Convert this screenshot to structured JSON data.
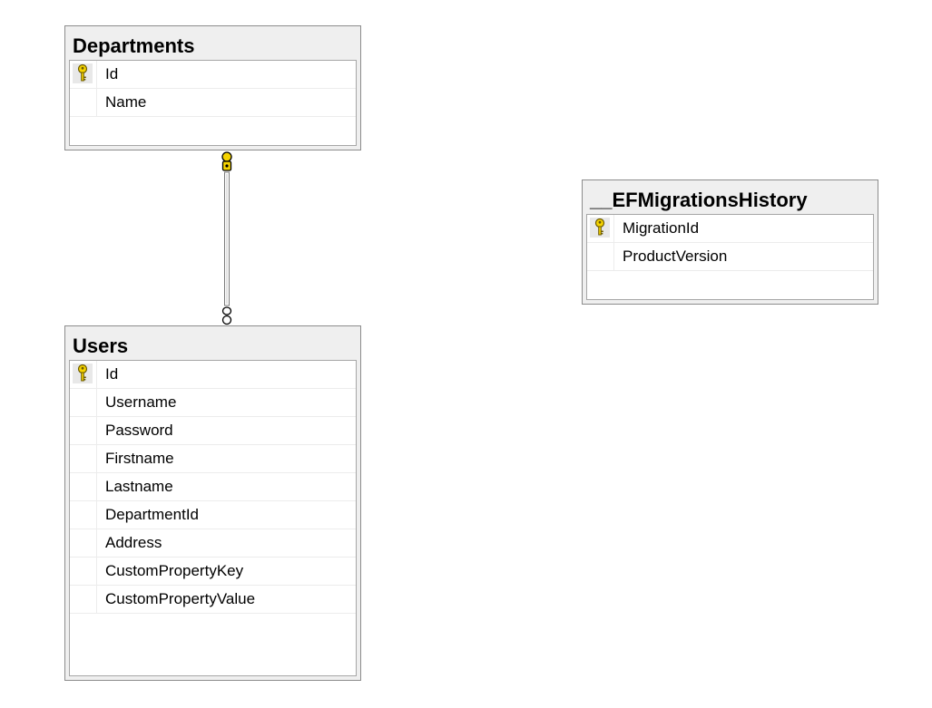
{
  "diagram": {
    "tables": [
      {
        "id": "departments",
        "title": "Departments",
        "columns": [
          {
            "name": "Id",
            "primary_key": true
          },
          {
            "name": "Name",
            "primary_key": false
          }
        ]
      },
      {
        "id": "users",
        "title": "Users",
        "columns": [
          {
            "name": "Id",
            "primary_key": true
          },
          {
            "name": "Username",
            "primary_key": false
          },
          {
            "name": "Password",
            "primary_key": false
          },
          {
            "name": "Firstname",
            "primary_key": false
          },
          {
            "name": "Lastname",
            "primary_key": false
          },
          {
            "name": "DepartmentId",
            "primary_key": false
          },
          {
            "name": "Address",
            "primary_key": false
          },
          {
            "name": "CustomPropertyKey",
            "primary_key": false
          },
          {
            "name": "CustomPropertyValue",
            "primary_key": false
          }
        ]
      },
      {
        "id": "efmigrations",
        "title": "__EFMigrationsHistory",
        "columns": [
          {
            "name": "MigrationId",
            "primary_key": true
          },
          {
            "name": "ProductVersion",
            "primary_key": false
          }
        ]
      }
    ],
    "relationships": [
      {
        "from": "departments",
        "to": "users",
        "from_end": "one",
        "to_end": "many"
      }
    ],
    "colors": {
      "key_icon": "#f5d300",
      "table_header_bg": "#efefef",
      "border": "#8c8c8c"
    }
  }
}
